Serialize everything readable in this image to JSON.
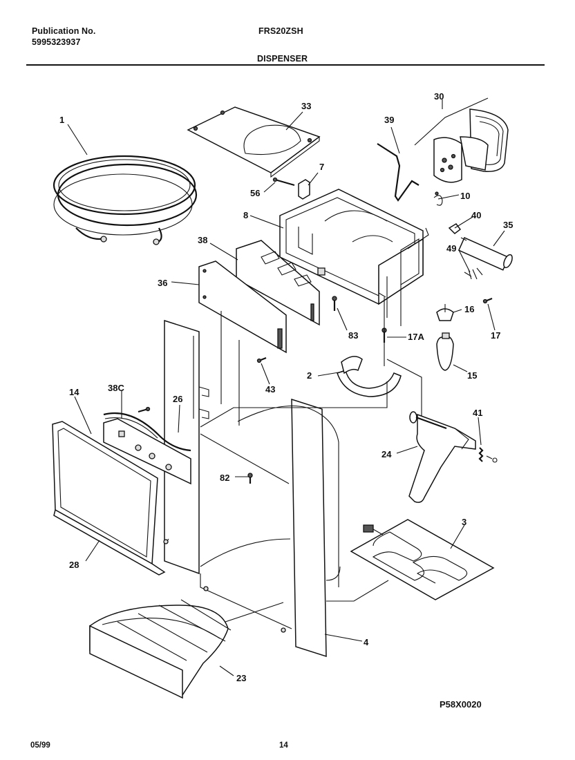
{
  "header": {
    "publication_label": "Publication No.",
    "publication_number": "5995323937",
    "model": "FRS20ZSH",
    "section": "DISPENSER"
  },
  "footer": {
    "date": "05/99",
    "page": "14",
    "figure_code": "P58X0020"
  },
  "callouts": [
    "1",
    "33",
    "7",
    "56",
    "39",
    "30",
    "10",
    "40",
    "35",
    "49",
    "8",
    "38",
    "36",
    "83",
    "16",
    "17",
    "17A",
    "15",
    "2",
    "43",
    "14",
    "38C",
    "26",
    "82",
    "41",
    "24",
    "3",
    "28",
    "4",
    "23"
  ]
}
